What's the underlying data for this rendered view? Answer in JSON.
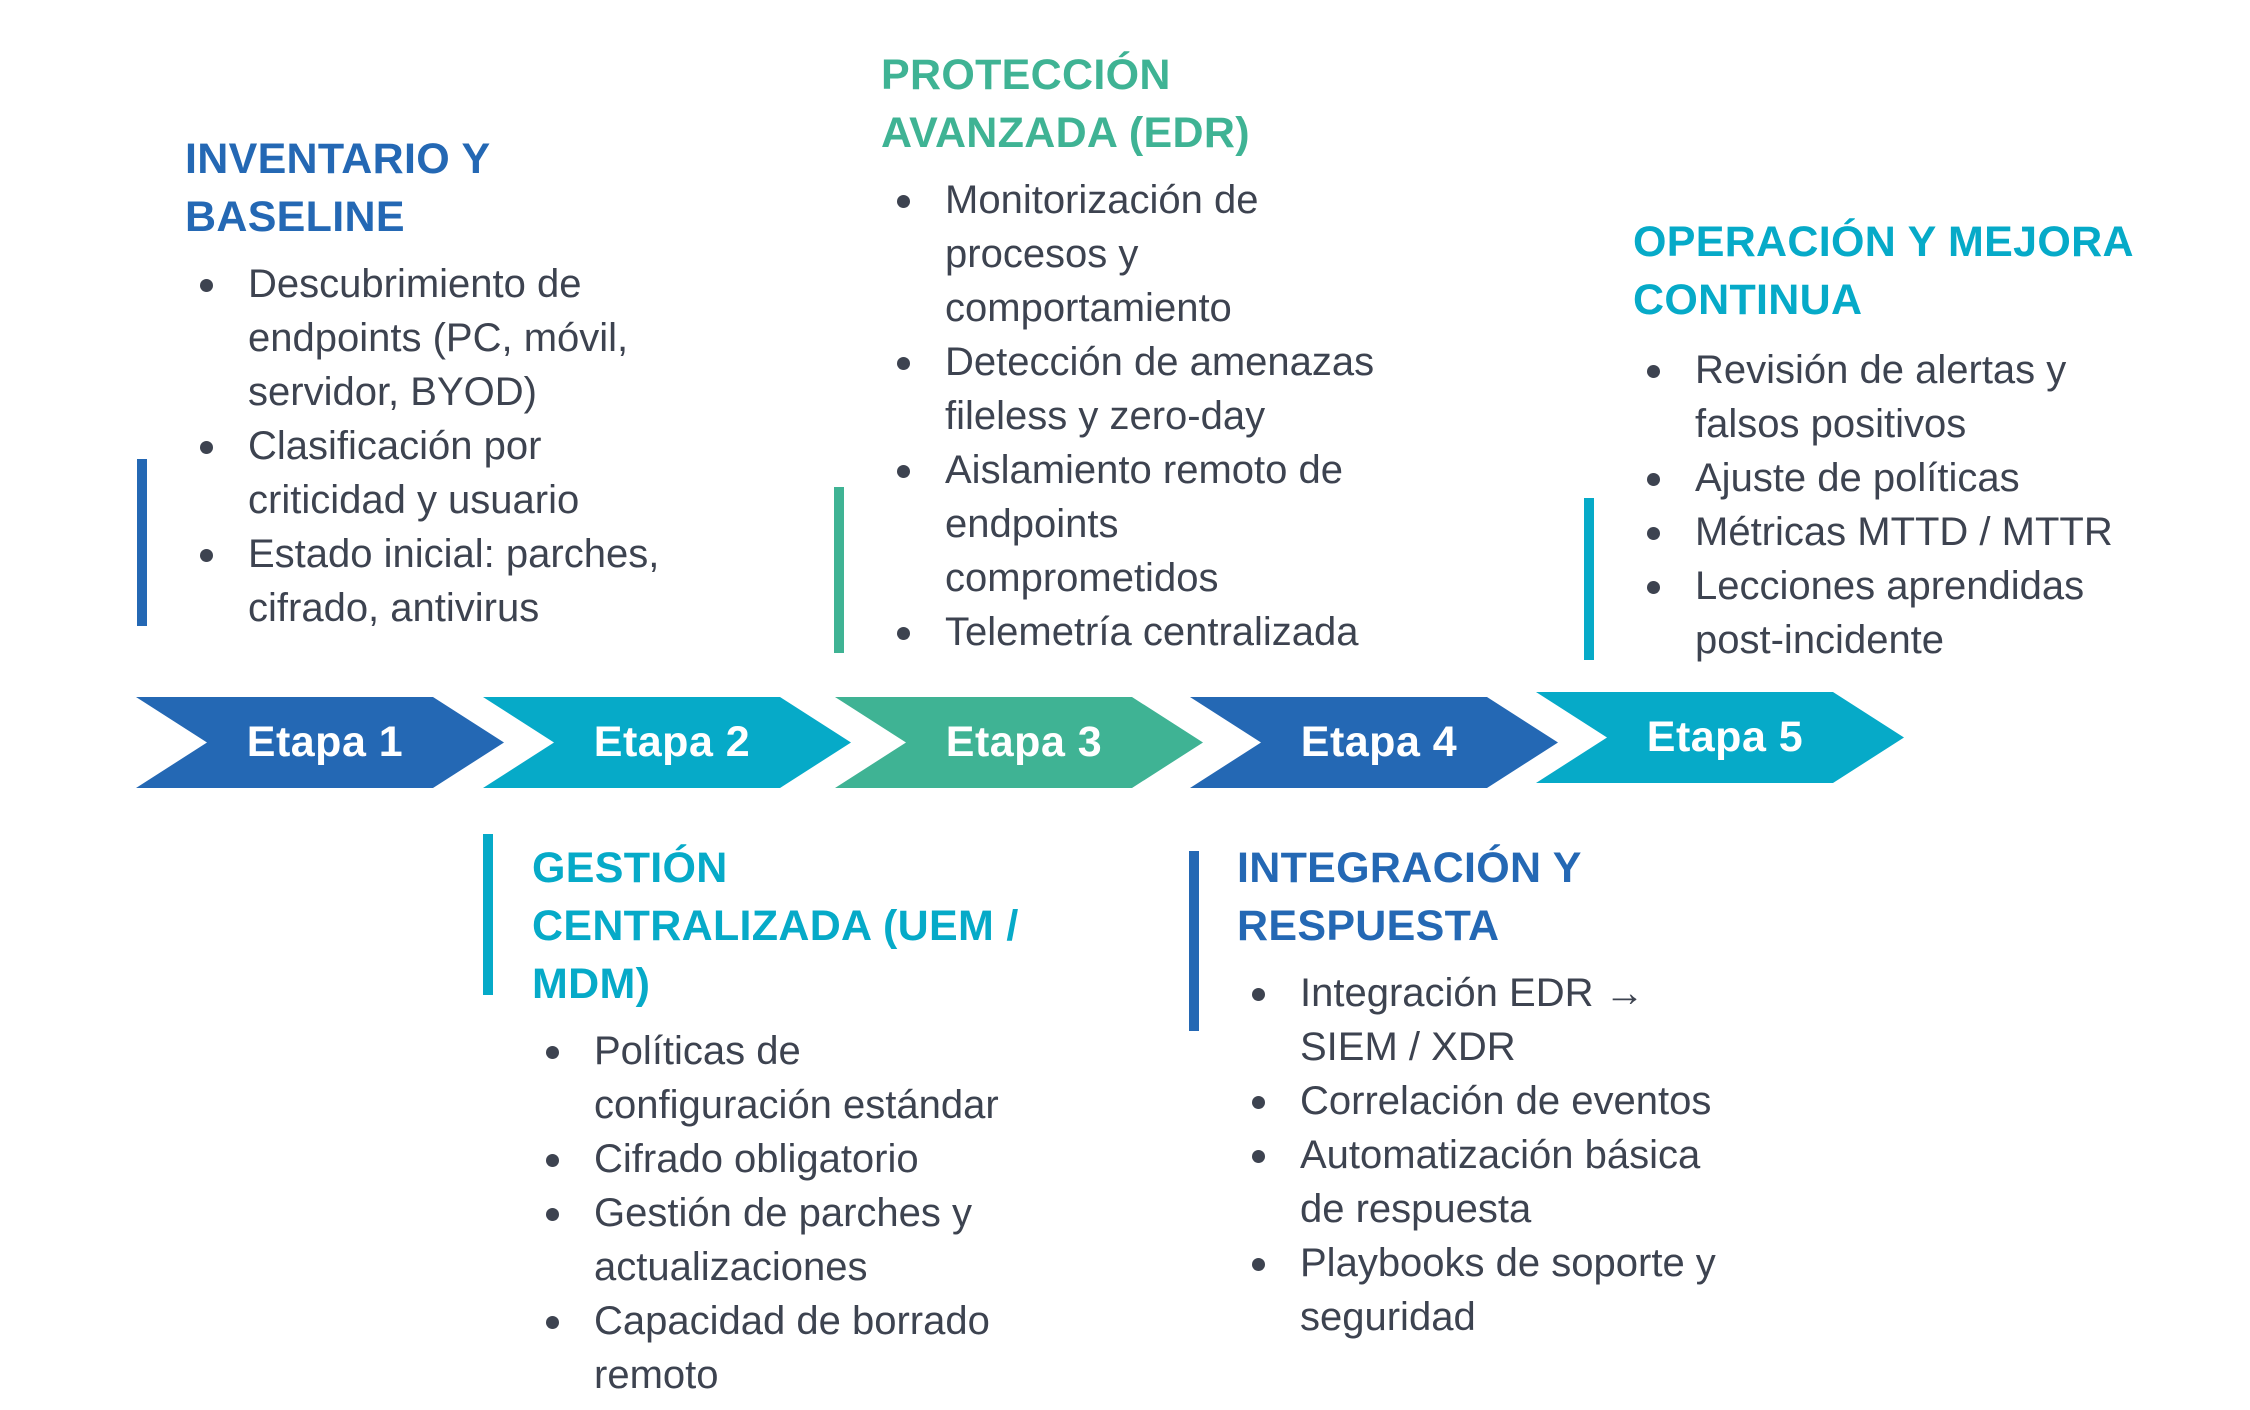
{
  "colors": {
    "blue": "#2468b4",
    "cyan": "#06aac8",
    "green": "#3fb394",
    "text": "#3d4350"
  },
  "stages": [
    {
      "label": "Etapa 1",
      "title": "INVENTARIO Y\nBASELINE",
      "items": [
        "Descubrimiento de\nendpoints (PC, móvil,\nservidor, BYOD)",
        "Clasificación por\ncriticidad y usuario",
        "Estado inicial: parches,\ncifrado, antivirus"
      ]
    },
    {
      "label": "Etapa 2",
      "title": "GESTIÓN\nCENTRALIZADA (UEM /\nMDM)",
      "items": [
        "Políticas de\nconfiguración estándar",
        "Cifrado obligatorio",
        "Gestión de parches y\nactualizaciones",
        "Capacidad de borrado\nremoto"
      ]
    },
    {
      "label": "Etapa 3",
      "title": "PROTECCIÓN\nAVANZADA (EDR)",
      "items": [
        "Monitorización de\nprocesos y\ncomportamiento",
        "Detección de amenazas\nfileless y zero-day",
        "Aislamiento remoto de\nendpoints\ncomprometidos",
        "Telemetría centralizada"
      ]
    },
    {
      "label": "Etapa 4",
      "title": "INTEGRACIÓN Y\nRESPUESTA",
      "items": [
        "Integración EDR →\nSIEM / XDR",
        "Correlación de eventos",
        "Automatización básica\nde respuesta",
        "Playbooks de soporte y\nseguridad"
      ]
    },
    {
      "label": "Etapa 5",
      "title": "OPERACIÓN Y MEJORA\nCONTINUA",
      "items": [
        "Revisión de alertas y\nfalsos positivos",
        "Ajuste de políticas",
        "Métricas MTTD / MTTR",
        "Lecciones aprendidas\npost-incidente"
      ]
    }
  ]
}
